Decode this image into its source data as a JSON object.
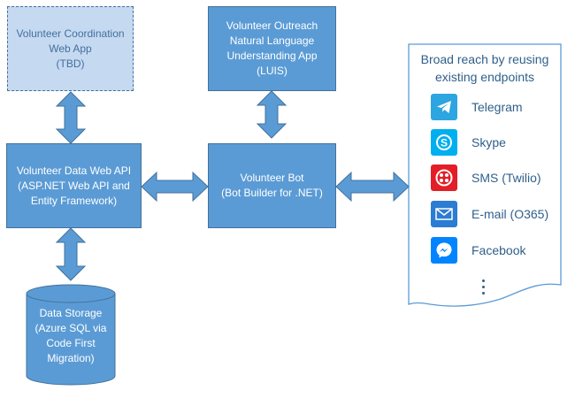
{
  "nodes": {
    "coordination_app": {
      "lines": [
        "Volunteer Coordination",
        "Web App",
        "(TBD)"
      ]
    },
    "outreach_luis": {
      "lines": [
        "Volunteer Outreach",
        "Natural Language",
        "Understanding App",
        "(LUIS)"
      ]
    },
    "data_api": {
      "lines": [
        "Volunteer Data Web API",
        "(ASP.NET Web API and",
        "Entity Framework)"
      ]
    },
    "bot": {
      "lines": [
        "Volunteer Bot",
        "(Bot Builder for .NET)"
      ]
    },
    "storage": {
      "lines": [
        "Data Storage",
        "(Azure SQL via",
        "Code First",
        "Migration)"
      ]
    }
  },
  "panel": {
    "title_lines": [
      "Broad reach by reusing",
      "existing endpoints"
    ],
    "channels": [
      {
        "label": "Telegram",
        "icon": "telegram-icon",
        "color": "#2ca5e0"
      },
      {
        "label": "Skype",
        "icon": "skype-icon",
        "color": "#00aff0"
      },
      {
        "label": "SMS (Twilio)",
        "icon": "twilio-icon",
        "color": "#e31e26"
      },
      {
        "label": "E-mail (O365)",
        "icon": "email-icon",
        "color": "#2b7cd3"
      },
      {
        "label": "Facebook",
        "icon": "messenger-icon",
        "color": "#0084ff"
      }
    ]
  },
  "colors": {
    "box_fill": "#5b9bd5",
    "box_border": "#41719c",
    "tbd_fill": "#c5d9f1",
    "text_dark_blue": "#2f5f8a"
  }
}
